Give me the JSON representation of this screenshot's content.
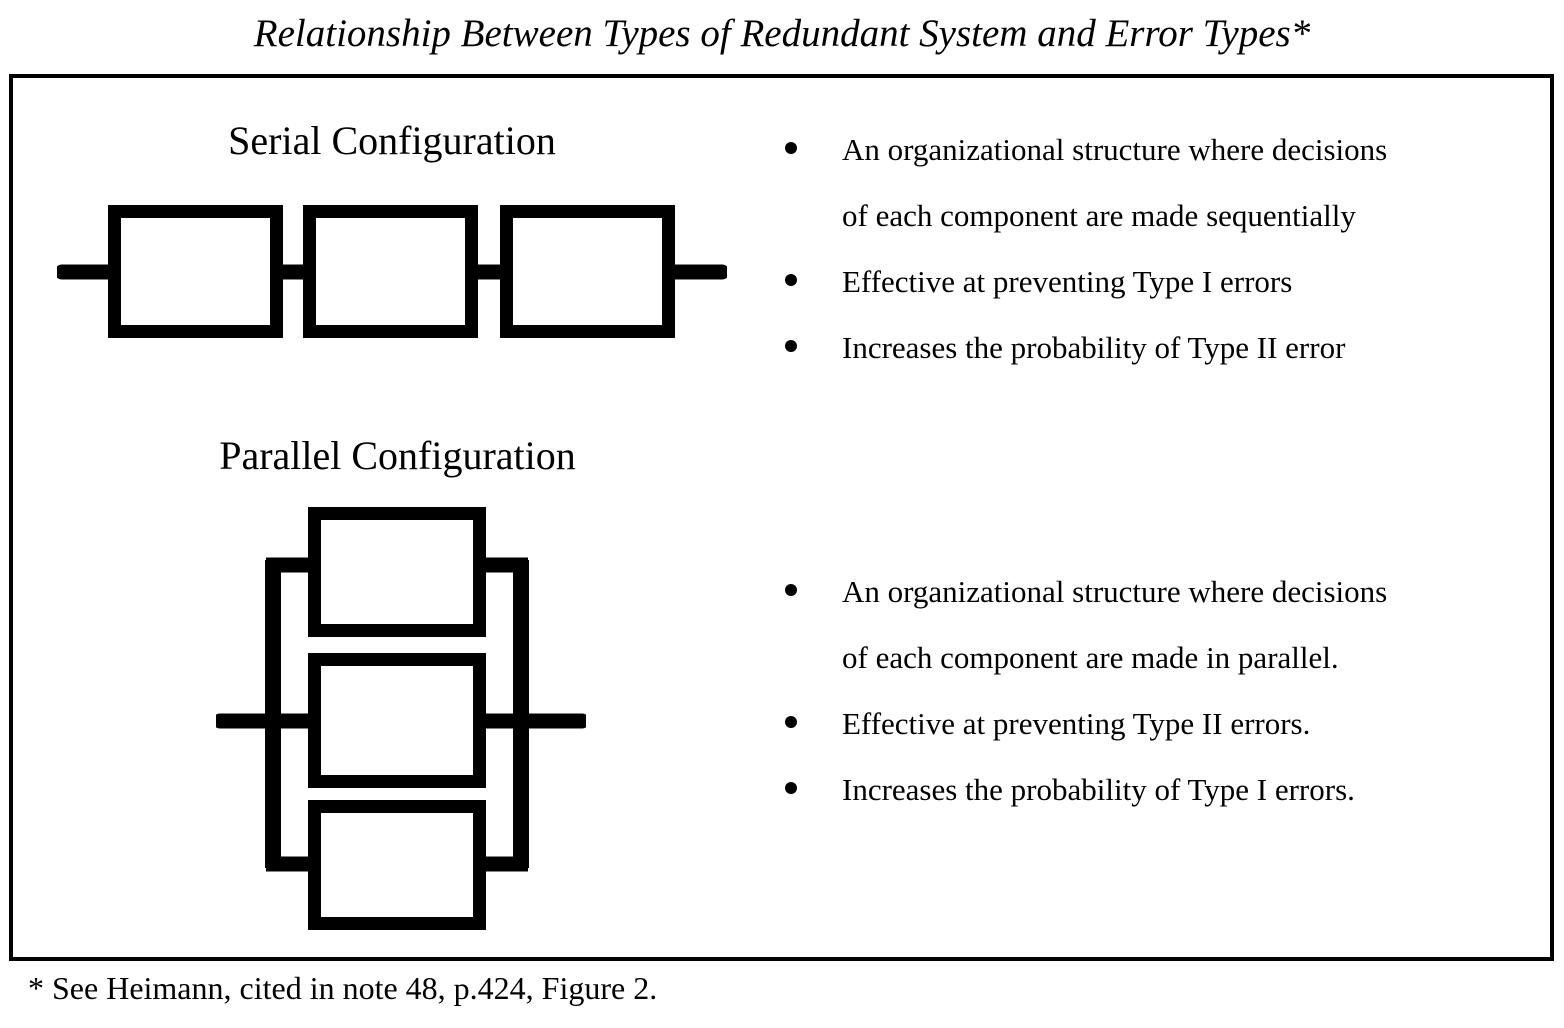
{
  "title": "Relationship Between Types of Redundant System and Error Types*",
  "footnote": "* See Heimann, cited in note 48, p.424, Figure 2.",
  "colors": {
    "ink": "#000000",
    "paper": "#ffffff"
  },
  "serial": {
    "heading": "Serial Configuration",
    "diagram": "three-boxes-in-series-with-through-line",
    "bullets": [
      {
        "marker": "bullet",
        "text": "An organizational structure where decisions"
      },
      {
        "marker": "none",
        "text": "of each component are made sequentially"
      },
      {
        "marker": "bullet",
        "text": "Effective at preventing Type I errors"
      },
      {
        "marker": "bullet",
        "text": "Increases the probability of Type II error"
      }
    ]
  },
  "parallel": {
    "heading": "Parallel Configuration",
    "diagram": "three-stacked-boxes-between-vertical-bus-bars",
    "bullets": [
      {
        "marker": "bullet",
        "text": "An organizational structure where decisions"
      },
      {
        "marker": "none",
        "text": "of each component are made in parallel."
      },
      {
        "marker": "bullet",
        "text": "Effective at preventing Type II errors."
      },
      {
        "marker": "bullet",
        "text": "Increases the probability of Type I errors."
      }
    ]
  }
}
